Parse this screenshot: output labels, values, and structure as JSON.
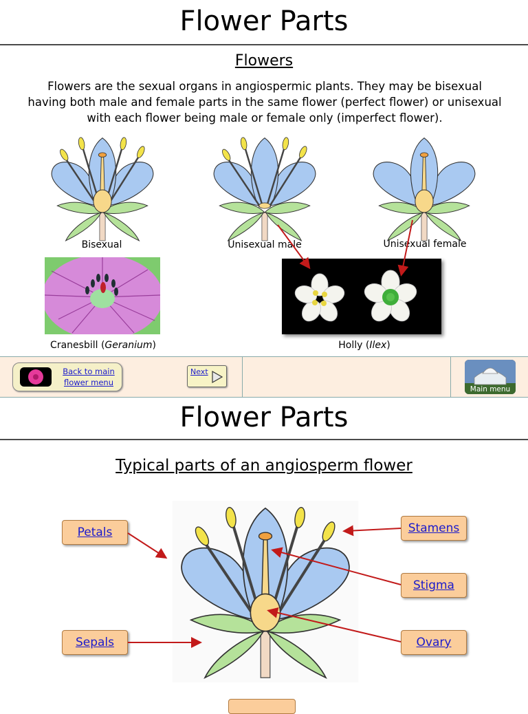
{
  "page1": {
    "title": "Flower Parts",
    "subheading": "Flowers",
    "intro": "Flowers are the sexual organs in angiospermic plants. They may be bisexual having both male and female parts in the same flower (perfect flower) or unisexual with each flower being male or female only (imperfect flower).",
    "captions": {
      "bisexual": "Bisexual",
      "male": "Unisexual male",
      "female": "Unisexual female",
      "cranesbill_prefix": "Cranesbill (",
      "cranesbill_italic": "Geranium",
      "cranesbill_suffix": ")",
      "holly_prefix": "Holly (",
      "holly_italic": "Ilex",
      "holly_suffix": ")"
    }
  },
  "navbar": {
    "back_line1": "Back to main",
    "back_line2": "flower menu",
    "next_label": "Next",
    "main_menu_label": "Main menu"
  },
  "page2": {
    "title": "Flower Parts",
    "subheading": "Typical parts of an angiosperm flower",
    "labels": {
      "petals": "Petals",
      "sepals": "Sepals",
      "stamens": "Stamens",
      "stigma": "Stigma",
      "ovary": "Ovary"
    }
  },
  "colors": {
    "petal": "#a9c9f1",
    "sepal": "#b5e29a",
    "anther": "#f3e34a",
    "ovary": "#f7d88a",
    "arrow": "#c21a1a",
    "label_bg": "#fbcd9b",
    "navbar_bg": "#fdeee0"
  }
}
